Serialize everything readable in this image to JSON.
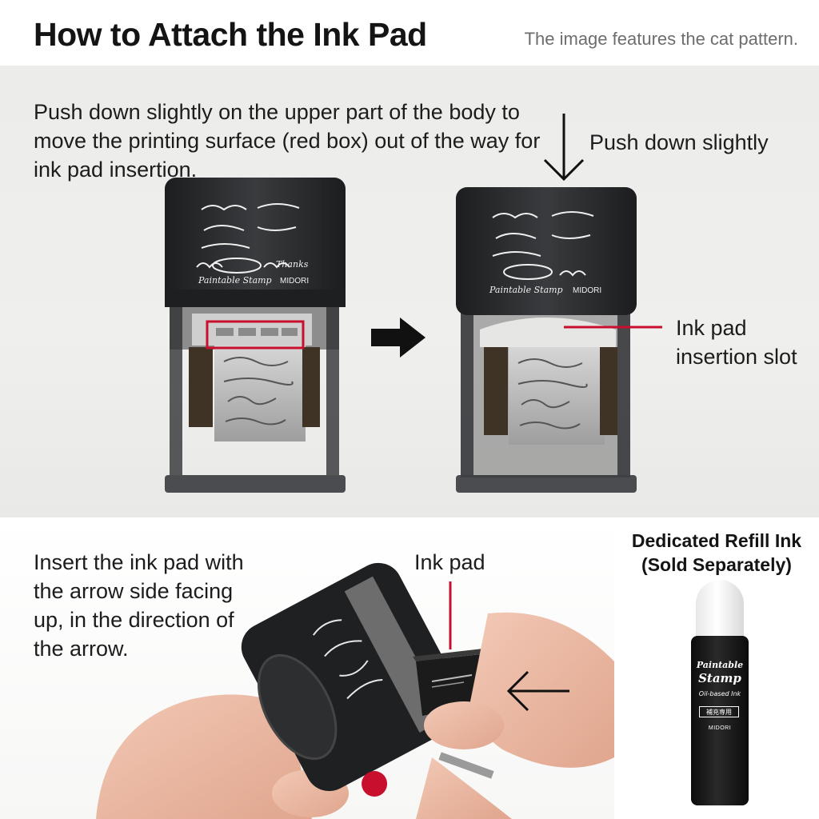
{
  "header": {
    "title": "How to Attach the Ink Pad",
    "note": "The image features the cat pattern."
  },
  "step1": {
    "instruction": "Push down slightly on the upper part of the body to move the printing surface (red box) out of the way for ink pad insertion.",
    "push_label": "Push down slightly",
    "slot_label": "Ink pad insertion slot"
  },
  "step2": {
    "instruction": "Insert the ink pad with the arrow side facing up, in the direction of the arrow.",
    "inkpad_label": "Ink pad"
  },
  "refill": {
    "title": "Dedicated Refill Ink (Sold Separately)",
    "bottle_brand_line1": "Paintable",
    "bottle_brand_line2": "Stamp",
    "bottle_subtitle": "Oil-based Ink",
    "bottle_japanese": "補充専用",
    "bottle_maker": "MIDORI"
  },
  "stamp": {
    "brand": "Paintable Stamp",
    "maker": "MIDORI",
    "thanks": "Thanks"
  },
  "colors": {
    "callout_red": "#c8102e",
    "arrow_black": "#111111",
    "stamp_body": "#2a2b2d"
  }
}
